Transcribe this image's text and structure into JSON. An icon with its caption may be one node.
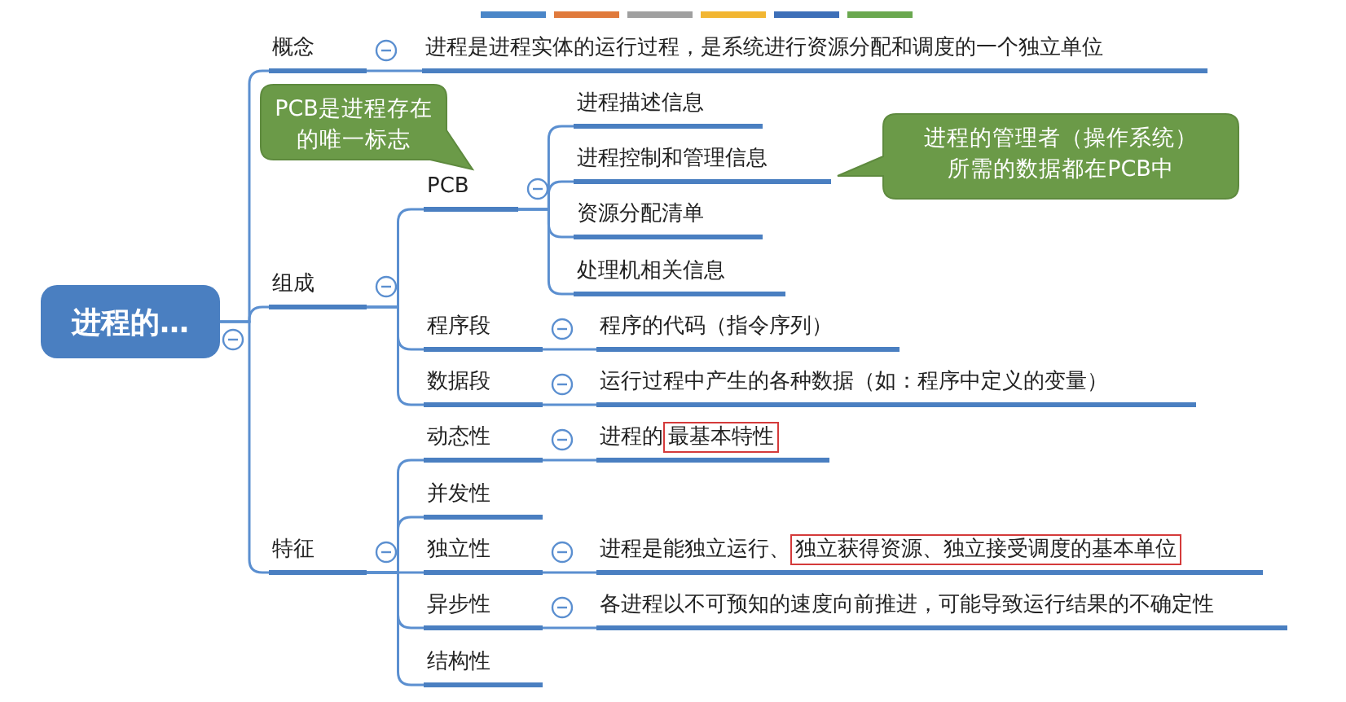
{
  "diagram": {
    "nodes": [
      {
        "text": [
          "进程的…"
        ]
      },
      {
        "text": [
          "概念"
        ]
      },
      {
        "text": [
          "进程是进程实体的运行过程，是系统进行资源分配和调度的一个独立单位"
        ]
      },
      {
        "text": [
          "PCB是进程存在的唯一标志"
        ]
      },
      {
        "text": [
          "组成"
        ]
      },
      {
        "text": [
          "PCB"
        ]
      },
      {
        "text": [
          "进程描述信息"
        ]
      },
      {
        "text": [
          "进程控制和管理信息"
        ]
      },
      {
        "text": [
          "进程的管理者（操作系统）所需的数据都在PCB中"
        ]
      },
      {
        "text": [
          "资源分配清单"
        ]
      },
      {
        "text": [
          "处理机相关信息"
        ]
      },
      {
        "text": [
          "程序段"
        ]
      },
      {
        "text": [
          "程序的代码（指令序列）"
        ]
      },
      {
        "text": [
          "数据段"
        ]
      },
      {
        "text": [
          "运行过程中产生的各种数据（如：程序中定义的变量）"
        ]
      },
      {
        "text": [
          "特征"
        ]
      },
      {
        "text": [
          "动态性"
        ]
      },
      {
        "text": [
          "进程的"
        ]
      },
      {
        "text": [
          "最基本特性"
        ],
        "in": 17
      },
      {
        "text": [
          "并发性"
        ]
      },
      {
        "text": [
          "独立性"
        ]
      },
      {
        "text": [
          "进程是能独立运行、"
        ]
      },
      {
        "text": [
          "独立获得资源、独立接受调度的基本单位"
        ],
        "in": 21
      },
      {
        "text": [
          "异步性"
        ]
      },
      {
        "text": [
          "各进程以不可预知的速度向前推进，可能导致运行结果的不确定性"
        ]
      },
      {
        "text": [
          "结构性"
        ]
      }
    ],
    "edges": [
      {
        "from": 0,
        "to": 1,
        "arrow": "none"
      },
      {
        "from": 1,
        "to": 2,
        "arrow": "none"
      },
      {
        "from": 0,
        "to": 4,
        "arrow": "none"
      },
      {
        "from": 4,
        "to": 5,
        "arrow": "none"
      },
      {
        "from": 5,
        "to": 6,
        "arrow": "none"
      },
      {
        "from": 5,
        "to": 7,
        "arrow": "none"
      },
      {
        "from": 5,
        "to": 9,
        "arrow": "none"
      },
      {
        "from": 5,
        "to": 10,
        "arrow": "none"
      },
      {
        "from": 4,
        "to": 11,
        "arrow": "none"
      },
      {
        "from": 11,
        "to": 12,
        "arrow": "none"
      },
      {
        "from": 4,
        "to": 13,
        "arrow": "none"
      },
      {
        "from": 13,
        "to": 14,
        "arrow": "none"
      },
      {
        "from": 0,
        "to": 15,
        "arrow": "none"
      },
      {
        "from": 15,
        "to": 16,
        "arrow": "none"
      },
      {
        "from": 16,
        "to": 17,
        "arrow": "none"
      },
      {
        "from": 15,
        "to": 19,
        "arrow": "none"
      },
      {
        "from": 15,
        "to": 20,
        "arrow": "none"
      },
      {
        "from": 20,
        "to": 21,
        "arrow": "none"
      },
      {
        "from": 15,
        "to": 23,
        "arrow": "none"
      },
      {
        "from": 23,
        "to": 24,
        "arrow": "none"
      },
      {
        "from": 15,
        "to": 25,
        "arrow": "none"
      }
    ]
  }
}
